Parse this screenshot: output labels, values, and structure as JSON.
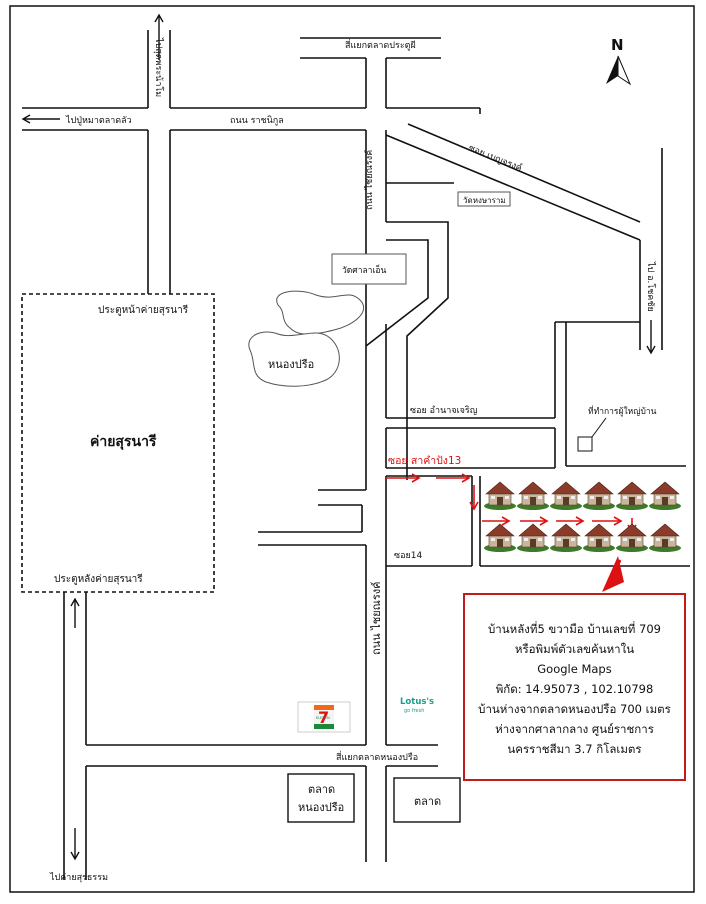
{
  "roads": {
    "top_junction": "สี่แยกตลาดประตูผี",
    "north_exit": "ไปสุดพระน้าโม",
    "west_exit": "ไปปู่หมาตลาดลัว",
    "ratchanikul": "ถนน ราชนิกูล",
    "chaiyanarong_upper": "ถนน ไชยณรงค์",
    "soi_benchang": "ซอย เบญจรงค์",
    "to_chokchai": "ไป อ.โชคชัย",
    "soi_amnat": "ซอย อำนาจเจริญ",
    "soi_sakhampang": "ซอย สาคำปัง13",
    "soi14": "ซอย14",
    "chaiyanarong_lower": "ถนน ไชยณรงค์",
    "bottom_junction": "สี่แยกตลาดหนองปรือ",
    "south_exit": "ไปค่ายสุรธรรม"
  },
  "places": {
    "wat_nong_yaram": "วัดหงษาราม",
    "wat_sala_en": "วัดศาลาเอ็น",
    "pond": "หนองปรือ",
    "camp_front_gate": "ประตูหน้าค่ายสุรนารี",
    "camp_name": "ค่ายสุรนารี",
    "camp_rear_gate": "ประตูหลังค่ายสุรนารี",
    "village_head": "ที่ทำการผู้ใหญ่บ้าน",
    "market_nongprue_line1": "ตลาด",
    "market_nongprue_line2": "หนองปรือ",
    "market": "ตลาด",
    "seven_eleven_num": "7",
    "seven_eleven_word": "ELEVEN",
    "lotus_name": "Lotus's",
    "lotus_sub": "go fresh"
  },
  "compass": {
    "north_letter": "N"
  },
  "info": {
    "line1": "บ้านหลังที่5 ขวามือ บ้านเลขที่ 709",
    "line2": "หรือพิมพ์ตัวเลขค้นหาใน",
    "line3": "Google Maps",
    "line4": "พิกัด: 14.95073 , 102.10798",
    "line5": "บ้านห่างจากตลาดหนองปรือ 700 เมตร",
    "line6": "ห่างจากศาลากลาง ศูนย์ราชการ",
    "line7": "นครราชสีมา 3.7 กิโลเมตร"
  },
  "houses": {
    "rows": 2,
    "per_row": 6,
    "target": {
      "row": 2,
      "position": 5
    }
  },
  "colors": {
    "accent_red": "#d11111",
    "info_border": "#c21b1b",
    "roof": "#8a3b2a",
    "grass": "#3f7a2a",
    "seven_green": "#1a8a3a",
    "seven_orange": "#f06a1a",
    "lotus_teal": "#1aa08a"
  }
}
